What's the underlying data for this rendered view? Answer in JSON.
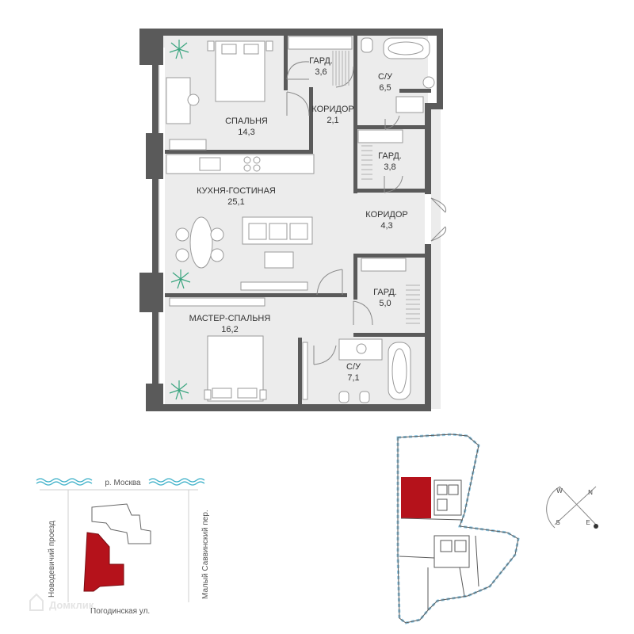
{
  "floor_plan": {
    "rooms": [
      {
        "id": "spalnya",
        "name": "СПАЛЬНЯ",
        "area": "14,3"
      },
      {
        "id": "gard1",
        "name": "ГАРД.",
        "area": "3,6"
      },
      {
        "id": "su1",
        "name": "С/У",
        "area": "6,5"
      },
      {
        "id": "koridor1",
        "name": "КОРИДОР",
        "area": "2,1"
      },
      {
        "id": "gard2",
        "name": "ГАРД.",
        "area": "3,8"
      },
      {
        "id": "kitchen",
        "name": "КУХНЯ-ГОСТИНАЯ",
        "area": "25,1"
      },
      {
        "id": "koridor2",
        "name": "КОРИДОР",
        "area": "4,3"
      },
      {
        "id": "gard3",
        "name": "ГАРД.",
        "area": "5,0"
      },
      {
        "id": "master",
        "name": "МАСТЕР-СПАЛЬНЯ",
        "area": "16,2"
      },
      {
        "id": "su2",
        "name": "С/У",
        "area": "7,1"
      }
    ]
  },
  "location_map": {
    "river": "р. Москва",
    "street_left": "Новодевичий проезд",
    "street_right": "Малый Саввинский пер.",
    "street_bottom": "Погодинская ул."
  },
  "compass": {
    "n": "N",
    "e": "E",
    "s": "S",
    "w": "W"
  },
  "watermark": "Домклик",
  "colors": {
    "wall": "#5a5a5a",
    "floor": "#ececec",
    "apartment_highlight": "#b5121b",
    "facade_blue": "#8ec9e6",
    "plant": "#3aa57f"
  }
}
